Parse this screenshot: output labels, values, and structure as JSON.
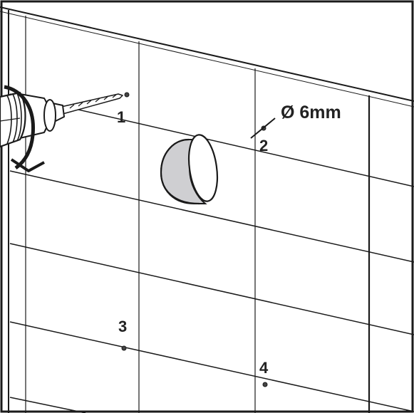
{
  "diameter_label": "Ø 6mm",
  "holes": [
    {
      "label": "1"
    },
    {
      "label": "2"
    },
    {
      "label": "3"
    },
    {
      "label": "4"
    }
  ],
  "colors": {
    "line": "#1a1a1a",
    "duct_fill": "#cfcfd2",
    "drill_fill": "#ffffff",
    "background": "#ffffff"
  },
  "icons": [
    "drill-icon",
    "rotation-arrow-icon",
    "duct-opening-icon"
  ]
}
